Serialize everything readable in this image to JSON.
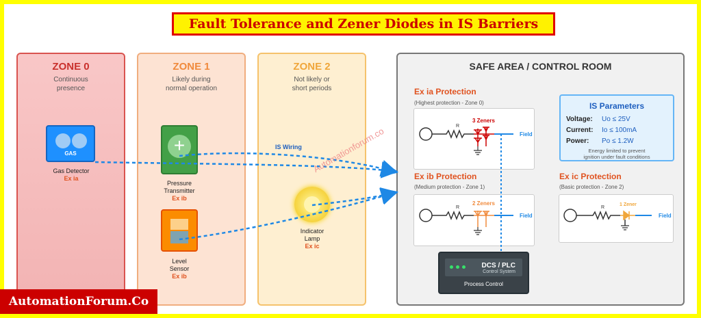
{
  "title": "Fault Tolerance and Zener Diodes in IS Barriers",
  "zones": [
    {
      "name": "ZONE 0",
      "desc_lines": [
        "Continuous",
        "presence"
      ]
    },
    {
      "name": "ZONE 1",
      "desc_lines": [
        "Likely during",
        "normal operation"
      ]
    },
    {
      "name": "ZONE 2",
      "desc_lines": [
        "Not likely or",
        "short periods"
      ]
    }
  ],
  "safe_area": {
    "title": "SAFE AREA / CONTROL ROOM"
  },
  "devices": {
    "gas_detector": {
      "icon_text": "GAS",
      "label": "Gas Detector",
      "code": "Ex ia"
    },
    "pressure_transmitter": {
      "label_lines": [
        "Pressure",
        "Transmitter"
      ],
      "code": "Ex ib"
    },
    "level_sensor": {
      "label_lines": [
        "Level",
        "Sensor"
      ],
      "code": "Ex ib"
    },
    "indicator_lamp": {
      "label_lines": [
        "Indicator",
        "Lamp"
      ],
      "code": "Ex ic"
    }
  },
  "wiring_label": "IS Wiring",
  "protections": [
    {
      "title": "Ex ia Protection",
      "subtitle": "(Highest protection - Zone 0)",
      "resistor": "R",
      "zeners": "3 Zeners",
      "field": "Field"
    },
    {
      "title": "Ex ib Protection",
      "subtitle": "(Medium protection - Zone 1)",
      "resistor": "R",
      "zeners": "2 Zeners",
      "field": "Field"
    },
    {
      "title": "Ex ic Protection",
      "subtitle": "(Basic protection - Zone 2)",
      "resistor": "R",
      "zeners": "1 Zener",
      "field": "Field"
    }
  ],
  "is_parameters": {
    "title": "IS Parameters",
    "rows": [
      {
        "key": "Voltage:",
        "value": "Uo ≤ 25V"
      },
      {
        "key": "Current:",
        "value": "Io ≤ 100mA"
      },
      {
        "key": "Power:",
        "value": "Po ≤ 1.2W"
      }
    ],
    "note_lines": [
      "Energy limited to prevent",
      "ignition under fault conditions"
    ]
  },
  "dcs": {
    "name": "DCS / PLC",
    "sub": "Control System",
    "label": "Process Control"
  },
  "watermark": "Automationforum.co",
  "footer": "AutomationForum.Co",
  "colors": {
    "zone0": "#c9302c",
    "zone1": "#f08a3c",
    "zone2": "#f0a63a",
    "wire": "#1e88e5",
    "zener_ia": "#cc0000",
    "zener_ib": "#f08a3c",
    "zener_ic": "#f0a63a"
  }
}
